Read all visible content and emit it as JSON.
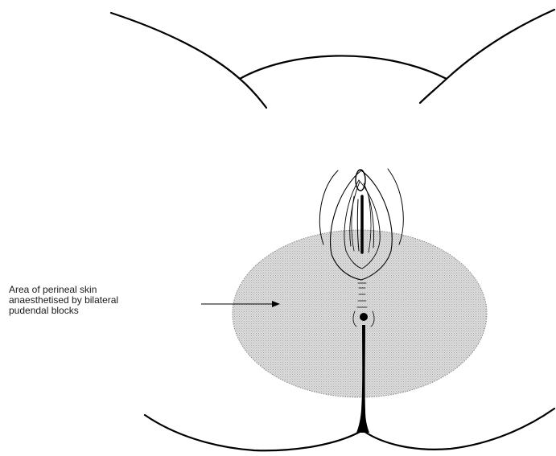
{
  "annotation": {
    "lines": [
      "Area of perineal skin",
      "anaesthetised by bilateral",
      "pudendal blocks"
    ]
  },
  "colors": {
    "ink": "#000000",
    "anaesthetised_area_fill": "#d6d6d6",
    "anaesthetised_area_border": "#8a8a8a",
    "background": "#ffffff"
  }
}
